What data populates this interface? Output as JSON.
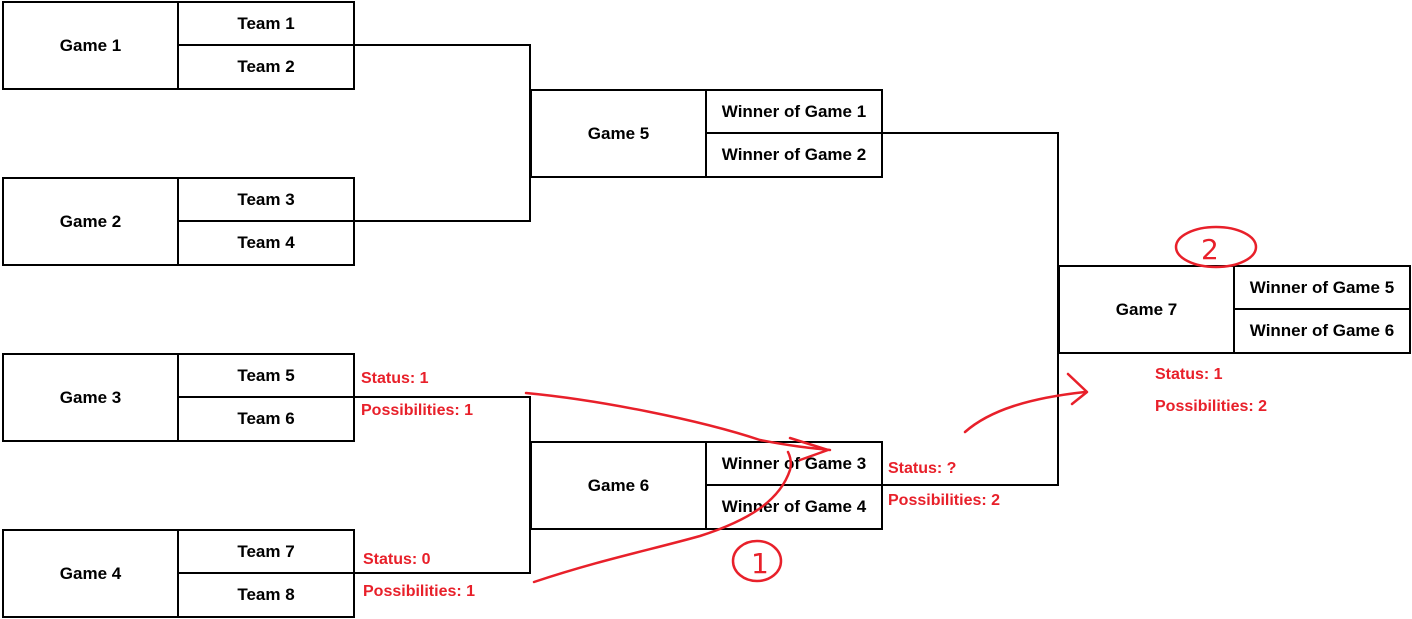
{
  "games": [
    {
      "label": "Game 1",
      "slots": [
        "Team 1",
        "Team 2"
      ]
    },
    {
      "label": "Game 2",
      "slots": [
        "Team 3",
        "Team 4"
      ]
    },
    {
      "label": "Game 3",
      "slots": [
        "Team 5",
        "Team 6"
      ]
    },
    {
      "label": "Game 4",
      "slots": [
        "Team 7",
        "Team 8"
      ]
    },
    {
      "label": "Game 5",
      "slots": [
        "Winner of Game 1",
        "Winner of Game 2"
      ]
    },
    {
      "label": "Game 6",
      "slots": [
        "Winner of Game 3",
        "Winner of Game 4"
      ]
    },
    {
      "label": "Game 7",
      "slots": [
        "Winner of Game 5",
        "Winner of Game 6"
      ]
    }
  ],
  "annotations": {
    "game3": {
      "status": "Status: 1",
      "possibilities": "Possibilities: 1"
    },
    "game4": {
      "status": "Status: 0",
      "possibilities": "Possibilities: 1"
    },
    "game6": {
      "status": "Status: ?",
      "possibilities": "Possibilities: 2"
    },
    "game7": {
      "status": "Status: 1",
      "possibilities": "Possibilities: 2"
    }
  },
  "step_markers": [
    "1",
    "2"
  ],
  "colors": {
    "annotation": "#e8202a",
    "lines": "#000000"
  }
}
